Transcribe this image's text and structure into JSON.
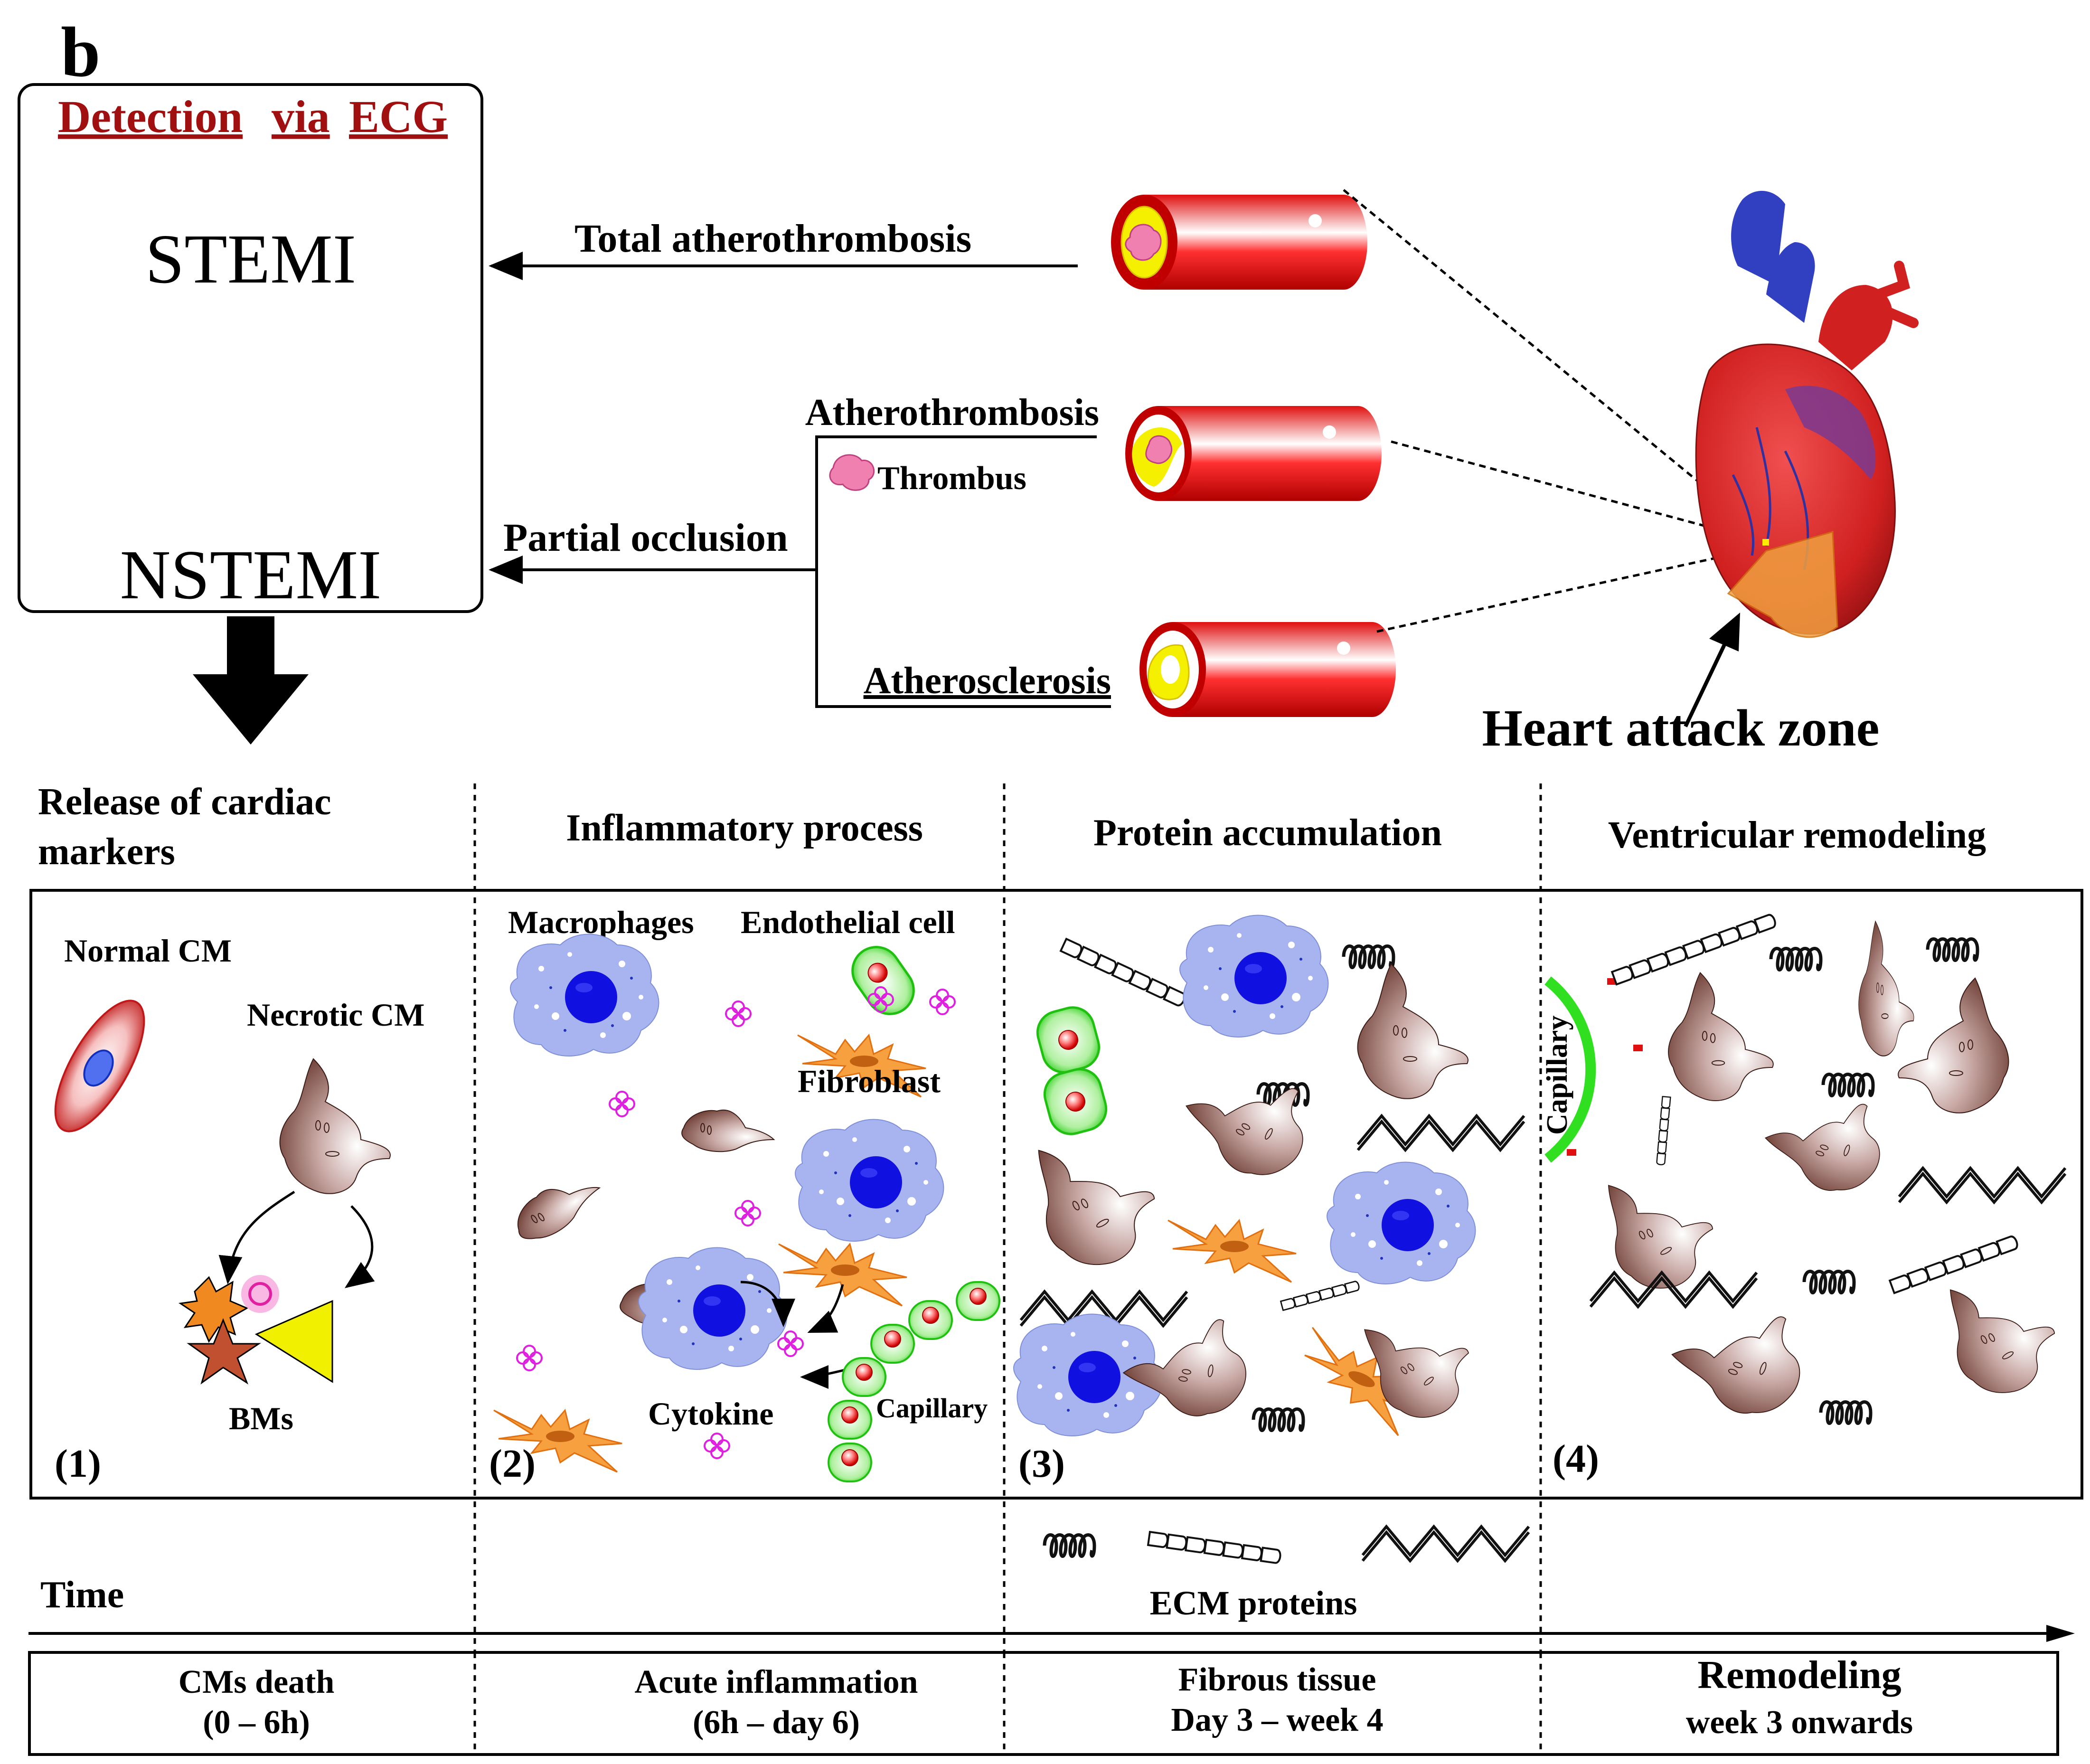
{
  "panel_letter": "b",
  "detection": {
    "words": [
      "Detection",
      "via",
      "ECG"
    ],
    "stemi": "STEMI",
    "nstemi": "NSTEMI"
  },
  "arrows": {
    "total": "Total atherothrombosis",
    "partial": "Partial occlusion"
  },
  "branches": {
    "atherothrombosis": "Atherothrombosis",
    "thrombus": "Thrombus",
    "atherosclerosis": "Atherosclerosis"
  },
  "heart_label": "Heart attack zone",
  "stages": [
    {
      "heading_line1": "Release of cardiac",
      "heading_line2": "markers",
      "number": "(1)",
      "time_line1": "CMs death",
      "time_line2": "(0 – 6h)"
    },
    {
      "heading": "Inflammatory process",
      "number": "(2)",
      "time_line1": "Acute inflammation",
      "time_line2": "(6h – day 6)"
    },
    {
      "heading": "Protein accumulation",
      "number": "(3)",
      "time_line1": "Fibrous tissue",
      "time_line2": "Day 3 – week 4"
    },
    {
      "heading": "Ventricular  remodeling",
      "number": "(4)",
      "time_line1": "Remodeling",
      "time_line2": "week 3 onwards"
    }
  ],
  "labels": {
    "normal_cm": "Normal CM",
    "necrotic_cm": "Necrotic CM",
    "bms": "BMs",
    "macrophages": "Macrophages",
    "endothelial": "Endothelial cell",
    "fibroblast": "Fibroblast",
    "cytokine": "Cytokine",
    "capillary": "Capillary",
    "capillary_curved": "Capillary",
    "ecm": "ECM proteins",
    "time": "Time"
  },
  "colors": {
    "dark_red_text": "#a01010",
    "vessel_red": "#e01010",
    "plaque_yellow": "#f4f000",
    "thrombus_pink": "#f080b0",
    "necrotic_brown": "#7a4a40",
    "macrophage_blue": "#a8b4f0",
    "nucleus_blue": "#1010e0",
    "fibroblast_orange": "#f08a20",
    "capillary_green": "#30e020",
    "cytokine_magenta": "#e020e0"
  }
}
